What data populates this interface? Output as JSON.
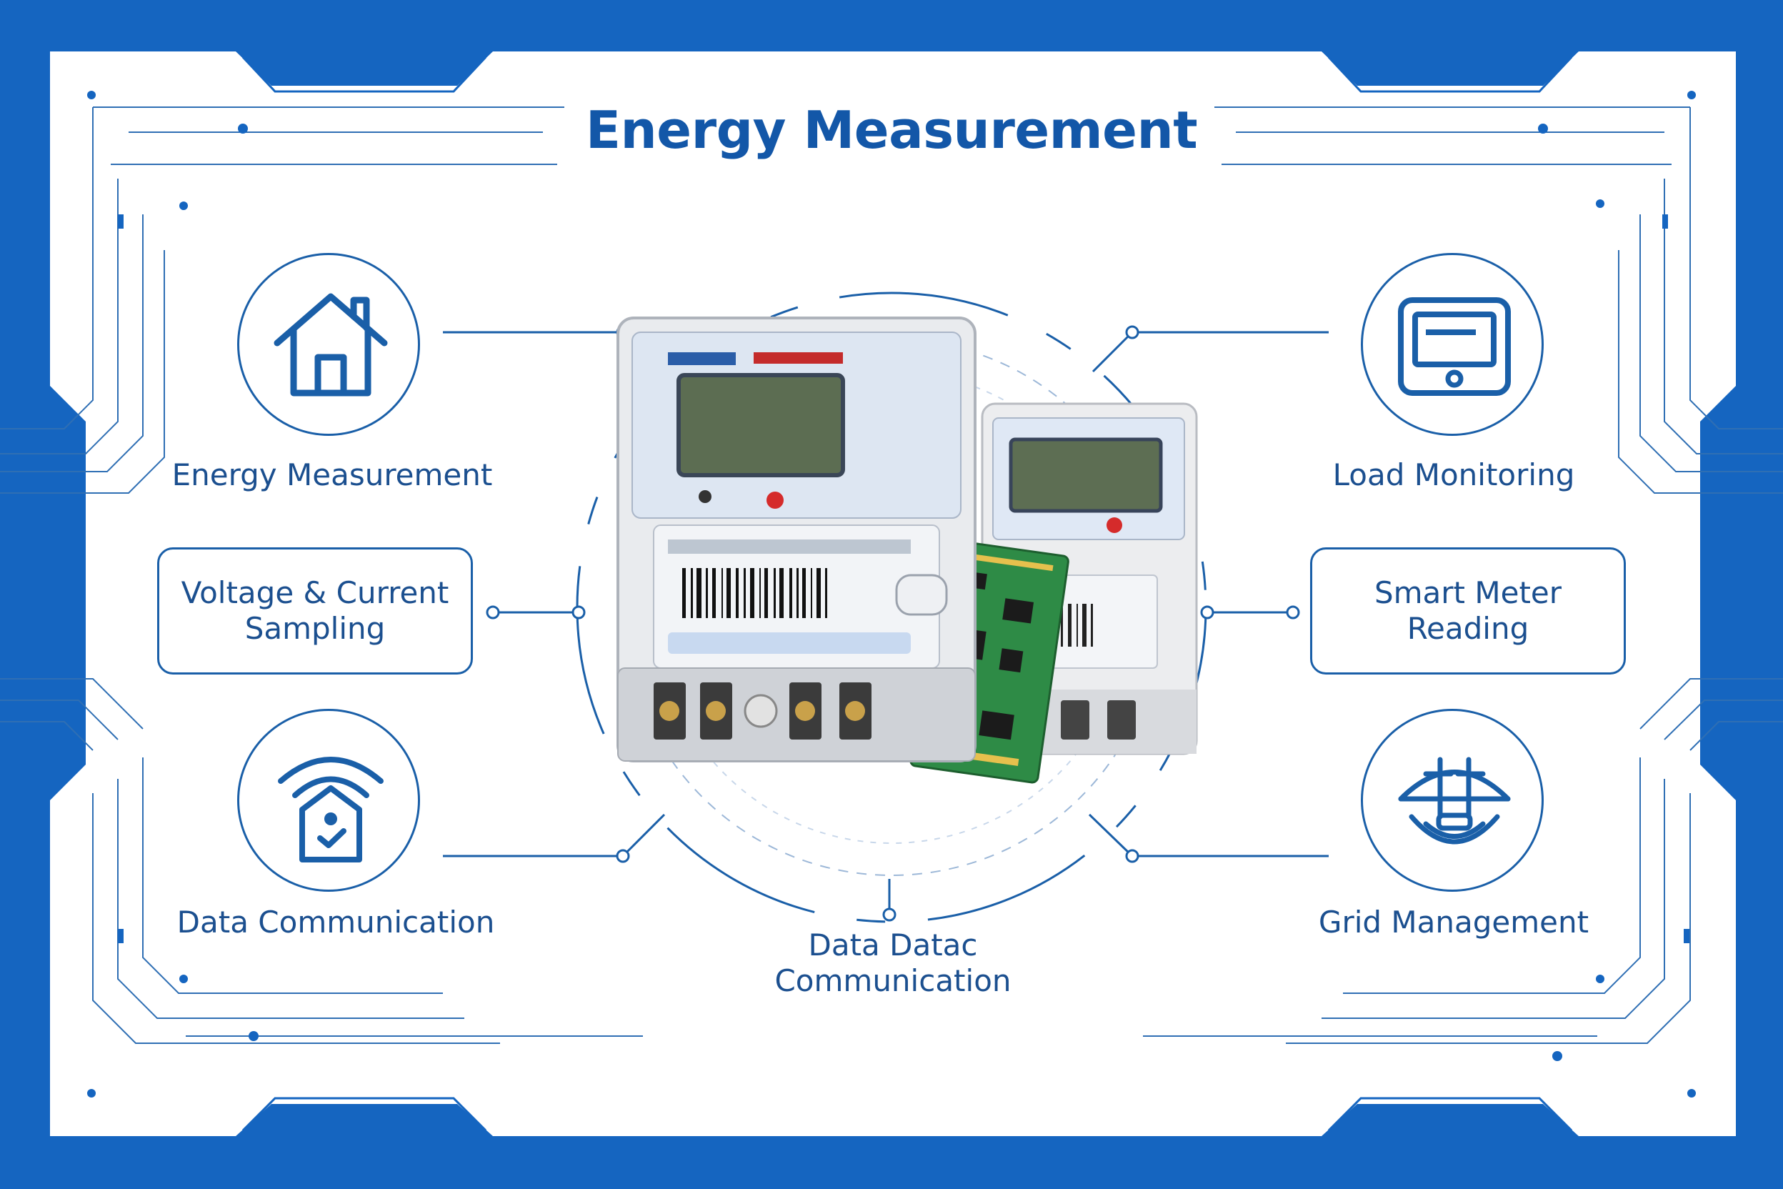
{
  "title": "Energy Measurement",
  "nodes": {
    "energy_measurement": "Energy Measurement",
    "voltage_current": "Voltage & Current\nSampling",
    "data_communication_left": "Data Communication",
    "load_monitoring": "Load Monitoring",
    "smart_meter_reading": "Smart Meter\nReading",
    "grid_management": "Grid Management",
    "data_communication_bottom": "Data Datac\nCommunication"
  },
  "colors": {
    "primary_blue": "#1a5fa8",
    "frame_blue": "#1565c0",
    "text_blue": "#1b4f8f",
    "title_blue": "#1357a8"
  },
  "icons": {
    "energy_measurement": "house-icon",
    "data_communication": "wifi-house-icon",
    "load_monitoring": "monitor-panel-icon",
    "grid_management": "grid-network-icon"
  }
}
